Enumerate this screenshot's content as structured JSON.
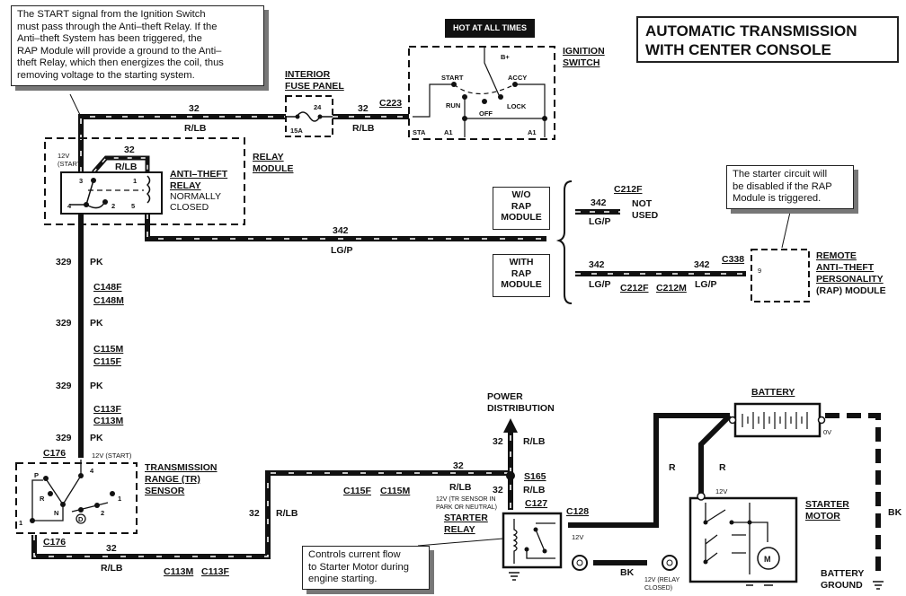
{
  "title": {
    "line1": "AUTOMATIC TRANSMISSION",
    "line2": "WITH CENTER CONSOLE"
  },
  "callouts": {
    "antitheft_note": [
      "The START signal from the Ignition Switch",
      "must pass through the Anti–theft Relay. If the",
      "Anti–theft System has been triggered, the",
      "RAP Module will provide a ground to the Anti–",
      "theft Relay, which then energizes the coil, thus",
      "removing voltage to the starting system."
    ],
    "rap_note": [
      "The starter circuit will",
      "be disabled if the RAP",
      "Module is triggered."
    ],
    "starter_relay_note": [
      "Controls current flow",
      "to Starter Motor during",
      "engine starting."
    ]
  },
  "hot_label": "HOT AT ALL TIMES",
  "ignition_switch": {
    "name": [
      "IGNITION",
      "SWITCH"
    ],
    "positions": {
      "b_plus": "B+",
      "start": "START",
      "accy": "ACCY",
      "run": "RUN",
      "off": "OFF",
      "lock": "LOCK",
      "sta": "STA",
      "a1_left": "A1",
      "a1_right": "A1"
    }
  },
  "fuse_panel": {
    "name": [
      "INTERIOR",
      "FUSE PANEL"
    ],
    "fuse_number": "24",
    "rating": "15A"
  },
  "connectors": {
    "c223": "C223",
    "c148f": "C148F",
    "c148m": "C148M",
    "c115m": "C115M",
    "c115f": "C115F",
    "c113f": "C113F",
    "c113m": "C113M",
    "c176": "C176",
    "c212f": "C212F",
    "c212m": "C212M",
    "c338": "C338",
    "s165": "S165",
    "c127": "C127",
    "c128": "C128"
  },
  "wires": {
    "w32": "32",
    "rlb": "R/LB",
    "w342": "342",
    "lgp": "LG/P",
    "w329": "329",
    "pk": "PK",
    "r": "R",
    "bk": "BK"
  },
  "relay_module": {
    "name": [
      "RELAY",
      "MODULE"
    ],
    "relay_name": [
      "ANTI–THEFT",
      "RELAY"
    ],
    "relay_state": [
      "NORMALLY",
      "CLOSED"
    ],
    "voltage": [
      "12V",
      "(START)"
    ],
    "pins": {
      "p1": "1",
      "p2": "2",
      "p3": "3",
      "p4": "4",
      "p5": "5"
    }
  },
  "rap_options": {
    "without": [
      "W/O",
      "RAP",
      "MODULE"
    ],
    "with": [
      "WITH",
      "RAP",
      "MODULE"
    ],
    "not_used": [
      "NOT",
      "USED"
    ]
  },
  "rap_module": {
    "name": [
      "REMOTE",
      "ANTI–THEFT",
      "PERSONALITY",
      "(RAP) MODULE"
    ],
    "pin": "9"
  },
  "tr_sensor": {
    "name": [
      "TRANSMISSION",
      "RANGE (TR)",
      "SENSOR"
    ],
    "voltage": "12V (START)",
    "positions": {
      "p": "P",
      "r": "R",
      "n": "N",
      "d": "D",
      "two": "2",
      "one": "1",
      "pin4": "4",
      "pin1": "1"
    }
  },
  "power_distribution": [
    "POWER",
    "DISTRIBUTION"
  ],
  "starter_relay": {
    "name": [
      "STARTER",
      "RELAY"
    ],
    "voltage_note": [
      "12V (TR SENSOR IN",
      "PARK OR NEUTRAL)"
    ],
    "out_voltage": "12V"
  },
  "battery": {
    "name": "BATTERY",
    "neg_voltage": "0V"
  },
  "starter_motor": {
    "name": [
      "STARTER",
      "MOTOR"
    ],
    "voltage": "12V",
    "motor_symbol": "M"
  },
  "relay_closed": [
    "12V (RELAY",
    "CLOSED)"
  ],
  "battery_ground": [
    "BATTERY",
    "GROUND"
  ]
}
